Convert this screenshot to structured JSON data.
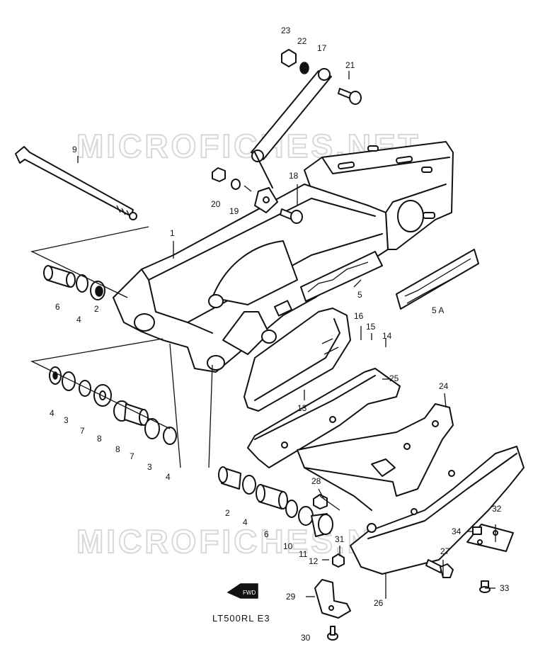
{
  "watermark": "MICROFICHES.NET",
  "caption": "LT500RL  E3",
  "front_arrow_label": "FWD",
  "labels": {
    "p1": "1",
    "p2a": "2",
    "p2b": "2",
    "p3a": "3",
    "p3b": "3",
    "p4a": "4",
    "p4b": "4",
    "p4c": "4",
    "p4d": "4",
    "p5": "5",
    "p5a": "5 A",
    "p6a": "6",
    "p6b": "6",
    "p7a": "7",
    "p7b": "7",
    "p8a": "8",
    "p8b": "8",
    "p9": "9",
    "p10": "10",
    "p11": "11",
    "p12": "12",
    "p13": "13",
    "p14": "14",
    "p15": "15",
    "p16": "16",
    "p17": "17",
    "p18": "18",
    "p19": "19",
    "p20": "20",
    "p21": "21",
    "p22": "22",
    "p23": "23",
    "p24": "24",
    "p25": "25",
    "p26": "26",
    "p27": "27",
    "p28": "28",
    "p29": "29",
    "p30": "30",
    "p31": "31",
    "p32": "32",
    "p33": "33",
    "p34": "34"
  }
}
